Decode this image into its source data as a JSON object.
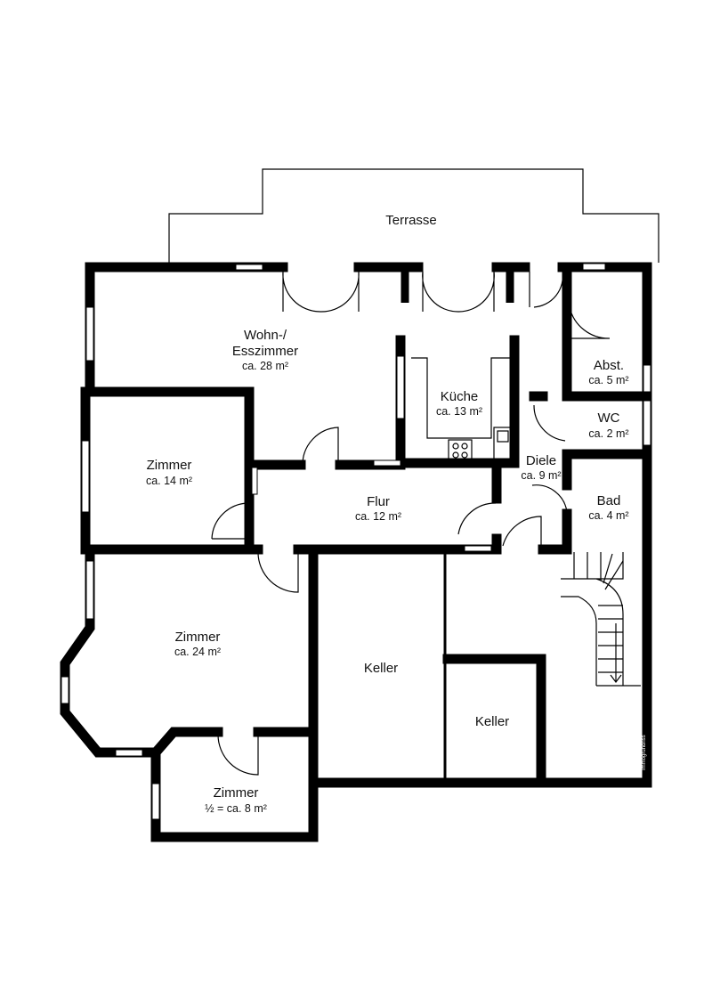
{
  "plan": {
    "watermark": "Immogrundriss",
    "rooms": [
      {
        "name": "Terrasse",
        "area": ""
      },
      {
        "name": "Wohn-/",
        "name2": "Esszimmer",
        "area": "ca. 28 m²"
      },
      {
        "name": "Küche",
        "area": "ca. 13 m²"
      },
      {
        "name": "Abst.",
        "area": "ca. 5 m²"
      },
      {
        "name": "WC",
        "area": "ca. 2 m²"
      },
      {
        "name": "Diele",
        "area": "ca. 9 m²"
      },
      {
        "name": "Bad",
        "area": "ca. 4 m²"
      },
      {
        "name": "Zimmer",
        "area": "ca. 14 m²"
      },
      {
        "name": "Flur",
        "area": "ca. 12 m²"
      },
      {
        "name": "Zimmer",
        "area": "ca. 24 m²"
      },
      {
        "name": "Keller",
        "area": ""
      },
      {
        "name": "Keller",
        "area": ""
      },
      {
        "name": "Zimmer",
        "area": "½ = ca. 8 m²"
      }
    ]
  }
}
